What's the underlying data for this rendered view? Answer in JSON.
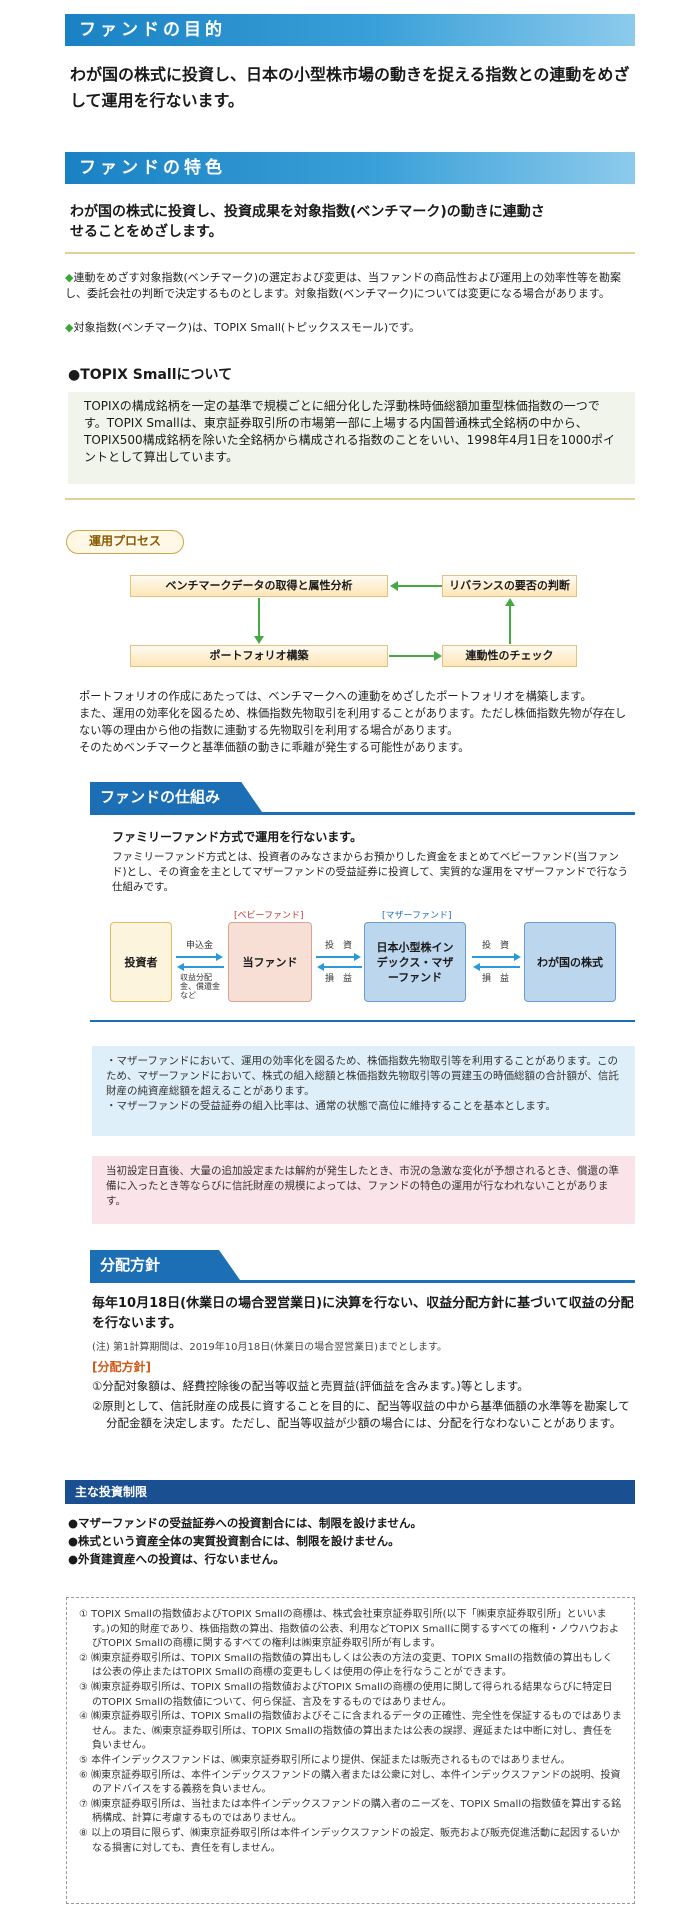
{
  "purpose": {
    "heading": "ファンドの目的",
    "text": "わが国の株式に投資し、日本の小型株市場の動きを捉える指数との連動をめざして運用を行ないます。"
  },
  "features": {
    "heading": "ファンドの特色",
    "lead": "わが国の株式に投資し、投資成果を対象指数(ベンチマーク)の動きに連動させることをめざします。",
    "bullet1": "連動をめざす対象指数(ベンチマーク)の選定および変更は、当ファンドの商品性および運用上の効率性等を勘案し、委託会社の判断で決定するものとします。対象指数(ベンチマーク)については変更になる場合があります。",
    "bullet2": "対象指数(ベンチマーク)は、TOPIX Small(トピックススモール)です。",
    "bullet_mark": "◆"
  },
  "topix": {
    "heading": "●TOPIX Smallについて",
    "text": "TOPIXの構成銘柄を一定の基準で規模ごとに細分化した浮動株時価総額加重型株価指数の一つです。TOPIX Smallは、東京証券取引所の市場第一部に上場する内国普通株式全銘柄の中から、TOPIX500構成銘柄を除いた全銘柄から構成される指数のことをいい、1998年4月1日を1000ポイントとして算出しています。"
  },
  "process": {
    "label": "運用プロセス",
    "box1": "ベンチマークデータの取得と属性分析",
    "box2": "リバランスの要否の判断",
    "box3": "ポートフォリオ構築",
    "box4": "連動性のチェック",
    "text1": "ポートフォリオの作成にあたっては、ベンチマークへの連動をめざしたポートフォリオを構築します。",
    "text2": "また、運用の効率化を図るため、株価指数先物取引を利用することがあります。ただし株価指数先物が存在しない等の理由から他の指数に連動する先物取引を利用する場合があります。",
    "text3": "そのためベンチマークと基準価額の動きに乖離が発生する可能性があります。"
  },
  "scheme": {
    "heading": "ファンドの仕組み",
    "lead": "ファミリーファンド方式で運用を行ないます。",
    "text": "ファミリーファンド方式とは、投資者のみなさまからお預かりした資金をまとめてベビーファンド(当ファンド)とし、その資金を主としてマザーファンドの受益証券に投資して、実質的な運用をマザーファンドで行なう仕組みです。",
    "investor": "投資者",
    "baby_label": "[ベビーファンド]",
    "baby": "当ファンド",
    "mother_label": "[マザーファンド]",
    "mother": "日本小型株インデックス・マザーファンド",
    "stocks": "わが国の株式",
    "apply": "申込金",
    "redeem": "収益分配金、償還金 など",
    "invest1": "投　資",
    "profit1": "損　益",
    "invest2": "投　資",
    "profit2": "損　益",
    "note1": "・マザーファンドにおいて、運用の効率化を図るため、株価指数先物取引等を利用することがあります。このため、マザーファンドにおいて、株式の組入総額と株価指数先物取引等の買建玉の時価総額の合計額が、信託財産の純資産総額を超えることがあります。",
    "note2": "・マザーファンドの受益証券の組入比率は、通常の状態で高位に維持することを基本とします。",
    "pink": "当初設定日直後、大量の追加設定または解約が発生したとき、市況の急激な変化が予想されるとき、償還の準備に入ったとき等ならびに信託財産の規模によっては、ファンドの特色の運用が行なわれないことがあります。"
  },
  "distribution": {
    "heading": "分配方針",
    "lead": "毎年10月18日(休業日の場合翌営業日)に決算を行ない、収益分配方針に基づいて収益の分配を行ないます。",
    "note": "(注) 第1計算期間は、2019年10月18日(休業日の場合翌営業日)までとします。",
    "policy_label": "[分配方針]",
    "item1": "①分配対象額は、経費控除後の配当等収益と売買益(評価益を含みます。)等とします。",
    "item2": "②原則として、信託財産の成長に資することを目的に、配当等収益の中から基準価額の水準等を勘案して分配金額を決定します。ただし、配当等収益が少額の場合には、分配を行なわないことがあります。"
  },
  "restrictions": {
    "heading": "主な投資制限",
    "item1": "●マザーファンドの受益証券への投資割合には、制限を設けません。",
    "item2": "●株式という資産全体の実質投資割合には、制限を設けません。",
    "item3": "●外貨建資産への投資は、行ないません。"
  },
  "notes": [
    "① TOPIX Smallの指数値およびTOPIX Smallの商標は、株式会社東京証券取引所(以下「㈱東京証券取引所」といいます。)の知的財産であり、株価指数の算出、指数値の公表、利用などTOPIX Smallに関するすべての権利・ノウハウおよびTOPIX Smallの商標に関するすべての権利は㈱東京証券取引所が有します。",
    "② ㈱東京証券取引所は、TOPIX Smallの指数値の算出もしくは公表の方法の変更、TOPIX Smallの指数値の算出もしくは公表の停止またはTOPIX Smallの商標の変更もしくは使用の停止を行なうことができます。",
    "③ ㈱東京証券取引所は、TOPIX Smallの指数値およびTOPIX Smallの商標の使用に関して得られる結果ならびに特定日のTOPIX Smallの指数値について、何ら保証、言及をするものではありません。",
    "④ ㈱東京証券取引所は、TOPIX Smallの指数値およびそこに含まれるデータの正確性、完全性を保証するものではありません。また、㈱東京証券取引所は、TOPIX Smallの指数値の算出または公表の誤謬、遅延または中断に対し、責任を負いません。",
    "⑤ 本件インデックスファンドは、㈱東京証券取引所により提供、保証または販売されるものではありません。",
    "⑥ ㈱東京証券取引所は、本件インデックスファンドの購入者または公衆に対し、本件インデックスファンドの説明、投資のアドバイスをする義務を負いません。",
    "⑦ ㈱東京証券取引所は、当社または本件インデックスファンドの購入者のニーズを、TOPIX Smallの指数値を算出する銘柄構成、計算に考慮するものではありません。",
    "⑧ 以上の項目に限らず、㈱東京証券取引所は本件インデックスファンドの設定、販売および販売促進活動に起因するいかなる損害に対しても、責任を有しません。"
  ]
}
